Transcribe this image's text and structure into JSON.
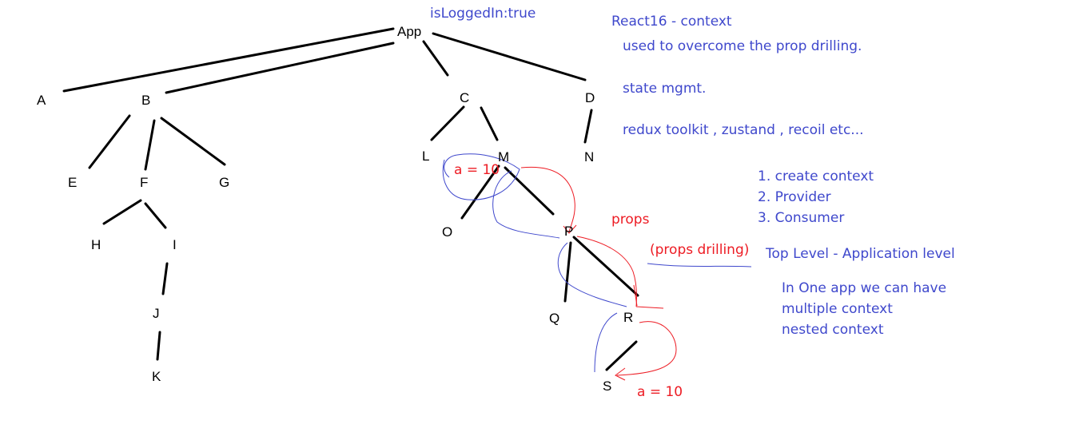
{
  "tree": {
    "nodes": {
      "app": "App",
      "a": "A",
      "b": "B",
      "c": "C",
      "d": "D",
      "e": "E",
      "f": "F",
      "g": "G",
      "h": "H",
      "i": "I",
      "j": "J",
      "k": "K",
      "l": "L",
      "m": "M",
      "n": "N",
      "o": "O",
      "p": "P",
      "q": "Q",
      "r": "R",
      "s": "S"
    }
  },
  "annotations": {
    "app_state": "isLoggedIn:true",
    "m_value": "a = 10",
    "s_value": "a = 10",
    "props": "props",
    "props_drilling": "(props drilling)"
  },
  "notes": {
    "heading": "React16 - context",
    "purpose": "used to overcome the prop drilling.",
    "state": "state mgmt.",
    "libraries": "redux toolkit , zustand , recoil etc...",
    "steps": [
      "1. create context",
      "2. Provider",
      "3. Consumer"
    ],
    "level": "Top Level - Application level",
    "multi": [
      "In One app we can have",
      "multiple context",
      "nested context"
    ]
  },
  "colors": {
    "ink": "#000000",
    "blue_ink": "#3f48cc",
    "red_ink": "#ed1c24"
  }
}
